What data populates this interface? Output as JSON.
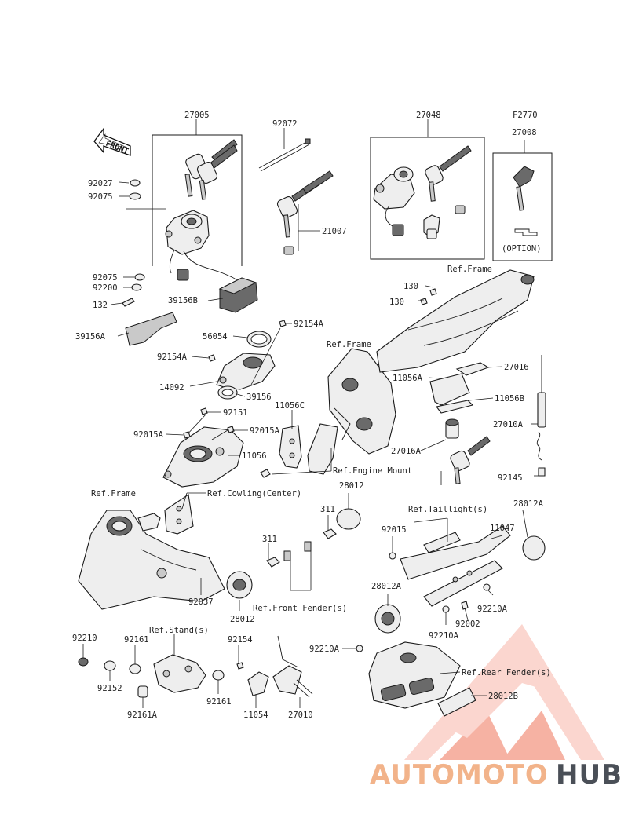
{
  "diagram_id": "F2770",
  "front_arrow_label": "FRONT",
  "option_label": "(OPTION)",
  "watermark": {
    "part1": "AUTOMOTO",
    "part2": "HUB"
  },
  "labels": {
    "p27005": "27005",
    "p92072": "92072",
    "p27048": "27048",
    "p27008": "27008",
    "p92027": "92027",
    "p92075a": "92075",
    "p21007": "21007",
    "p92075b": "92075",
    "p92200": "92200",
    "p132a": "132",
    "p39156B": "39156B",
    "p39156A": "39156A",
    "p92154A_top": "92154A",
    "p56054": "56054",
    "p92154A_left": "92154A",
    "p14092": "14092",
    "p39156": "39156",
    "p92151": "92151",
    "p92015A_left": "92015A",
    "p92015A_right": "92015A",
    "p11056": "11056",
    "p11056C": "11056C",
    "refFrame_top": "Ref.Frame",
    "refFrame_mid": "Ref.Frame",
    "refFrame_left": "Ref.Frame",
    "p130a": "130",
    "p130b": "130",
    "p27016": "27016",
    "p11056A": "11056A",
    "p11056B": "11056B",
    "p27010A": "27010A",
    "p27016A": "27016A",
    "refEngineMount": "Ref.Engine Mount",
    "p92145": "92145",
    "refCowling": "Ref.Cowling(Center)",
    "p28012_top": "28012",
    "p311_top": "311",
    "p311_left": "311",
    "refTaillight": "Ref.Taillight(s)",
    "p28012A_top": "28012A",
    "p92015": "92015",
    "p11047": "11047",
    "p92037": "92037",
    "p28012_bottom": "28012",
    "refFrontFender": "Ref.Front Fender(s)",
    "p28012A_mid": "28012A",
    "p92210A_right": "92210A",
    "p92002": "92002",
    "p92210A_mid": "92210A",
    "p92210": "92210",
    "p92161_top": "92161",
    "refStand": "Ref.Stand(s)",
    "p92154": "92154",
    "p92210A_left": "92210A",
    "refRearFender": "Ref.Rear Fender(s)",
    "p92152": "92152",
    "p92161_bottom": "92161",
    "p28012B": "28012B",
    "p92161A": "92161A",
    "p11054": "11054",
    "p27010": "27010"
  }
}
